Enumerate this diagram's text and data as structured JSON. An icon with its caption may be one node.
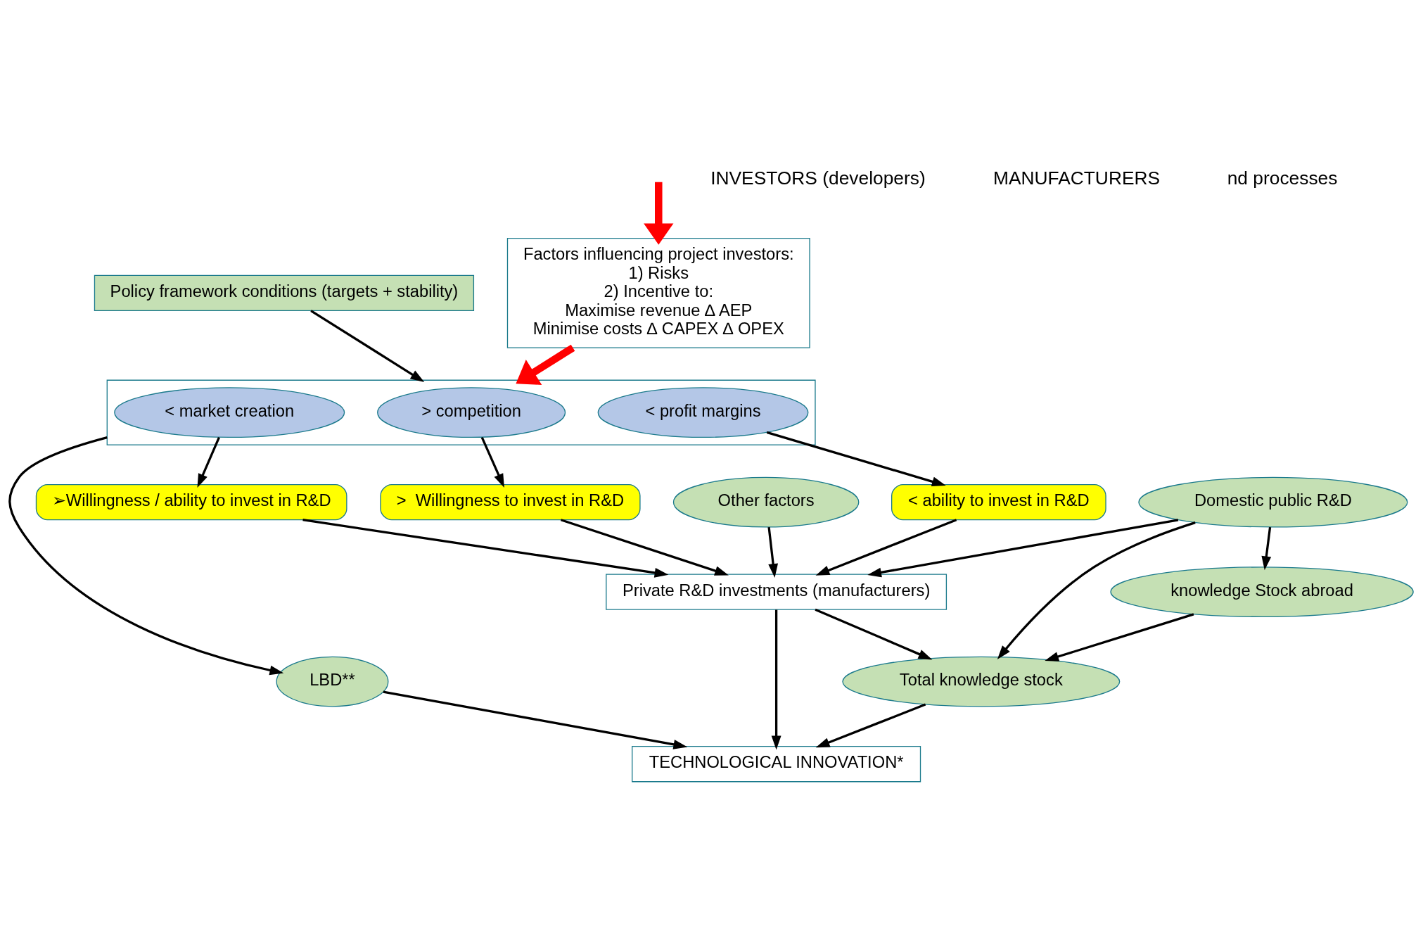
{
  "diagram": {
    "nodes": [
      {
        "text": [
          "Policy framework conditions (targets + stability)"
        ]
      },
      {
        "text": [
          "Other factors"
        ]
      },
      {
        "text": [
          "Factors influencing project investors:",
          "1) Risks",
          "2) Incentive to:",
          "Maximise revenue ∆ AEP",
          "Minimise costs ∆ CAPEX ∆ OPEX"
        ]
      },
      {
        "text": [],
        "shape": "box"
      },
      {
        "text": [
          "> competition"
        ],
        "in": 3
      },
      {
        "text": [
          "< profit margins"
        ],
        "in": 3
      },
      {
        "text": [
          "< market creation"
        ],
        "in": 3
      },
      {
        "text": [
          ">  Willingness to invest in R&D"
        ]
      },
      {
        "text": [
          "< ability to invest in R&D"
        ]
      },
      {
        "text": [
          "➢Willingness / ability to invest in R&D"
        ]
      },
      {
        "text": [
          "Private R&D investments (manufacturers)"
        ]
      },
      {
        "text": [
          "LBD**"
        ]
      },
      {
        "text": [
          "Total knowledge stock"
        ]
      },
      {
        "text": [
          "Domestic public R&D"
        ]
      },
      {
        "text": [
          "knowledge Stock abroad"
        ]
      },
      {
        "text": [
          "TECHNOLOGICAL INNOVATION*"
        ]
      }
    ],
    "edges": [
      {
        "from": null,
        "to": 2,
        "arrow": "to",
        "style": "thick",
        "color": "#ff0000"
      },
      {
        "from": 0,
        "to": 3,
        "arrow": "to"
      },
      {
        "from": 2,
        "to": 3,
        "arrow": "to",
        "style": "thick",
        "color": "#ff0000"
      },
      {
        "from": 1,
        "to": 10,
        "arrow": "to"
      },
      {
        "from": 4,
        "to": 7,
        "arrow": "to"
      },
      {
        "from": 5,
        "to": 8,
        "arrow": "to"
      },
      {
        "from": 6,
        "to": 9,
        "arrow": "to"
      },
      {
        "from": 7,
        "to": 10,
        "arrow": "to"
      },
      {
        "from": 8,
        "to": 10,
        "arrow": "to"
      },
      {
        "from": 9,
        "to": 10,
        "arrow": "to"
      },
      {
        "from": 3,
        "to": 11,
        "arrow": "to"
      },
      {
        "from": 11,
        "to": 15,
        "arrow": "to"
      },
      {
        "from": 10,
        "to": 15,
        "arrow": "to"
      },
      {
        "from": 10,
        "to": 12,
        "arrow": "to"
      },
      {
        "from": 13,
        "to": 10,
        "arrow": "to"
      },
      {
        "from": 13,
        "to": 12,
        "arrow": "to"
      },
      {
        "from": 13,
        "to": 14,
        "arrow": "to"
      },
      {
        "from": 14,
        "to": 12,
        "arrow": "to"
      },
      {
        "from": 12,
        "to": 15,
        "arrow": "to"
      }
    ],
    "labels": [
      "INVESTORS (developers)",
      "MANUFACTURERS",
      "nd processes"
    ]
  }
}
